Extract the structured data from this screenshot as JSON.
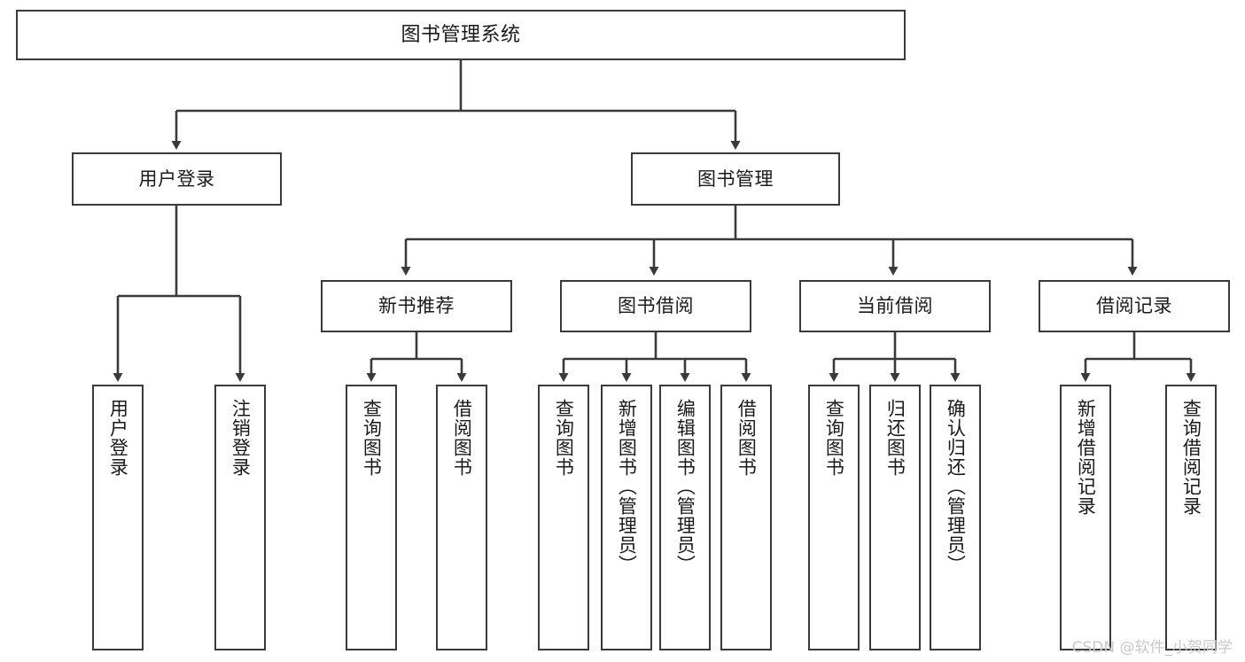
{
  "diagram": {
    "title": "图书管理系统",
    "type": "tree-hierarchy-chart",
    "watermark": "CSDN @软件_小贺同学",
    "colors": {
      "box_border": "#3a3a3a",
      "box_fill": "#ffffff",
      "edge": "#3a3a3a",
      "text": "#1a1a1a",
      "watermark": "#c9c9c9",
      "background": "#ffffff"
    }
  },
  "nodes": {
    "root": {
      "label": "图书管理系统"
    },
    "level2": [
      {
        "label": "用户登录"
      },
      {
        "label": "图书管理"
      }
    ],
    "level3": [
      {
        "label": "新书推荐"
      },
      {
        "label": "图书借阅"
      },
      {
        "label": "当前借阅"
      },
      {
        "label": "借阅记录"
      }
    ],
    "leaves": {
      "user_login": [
        {
          "label": "用户登录"
        },
        {
          "label": "注销登录"
        }
      ],
      "new_book_recommend": [
        {
          "label": "查询图书"
        },
        {
          "label": "借阅图书"
        }
      ],
      "book_borrow": [
        {
          "label": "查询图书"
        },
        {
          "label": "新增图书（管理员）"
        },
        {
          "label": "编辑图书（管理员）"
        },
        {
          "label": "借阅图书"
        }
      ],
      "current_borrow": [
        {
          "label": "查询图书"
        },
        {
          "label": "归还图书"
        },
        {
          "label": "确认归还（管理员）"
        }
      ],
      "borrow_record": [
        {
          "label": "新增借阅记录"
        },
        {
          "label": "查询借阅记录"
        }
      ]
    }
  }
}
